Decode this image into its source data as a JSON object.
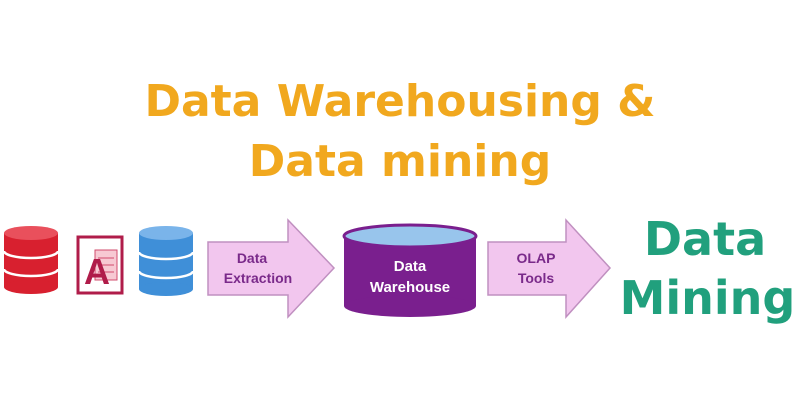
{
  "title": {
    "line1": "Data Warehousing &",
    "line2": "Data mining",
    "color": "#f1a81e"
  },
  "sources": {
    "icons": [
      "red-database-icon",
      "access-file-icon",
      "blue-database-icon"
    ],
    "colors": {
      "red_db": "#d8202f",
      "access": "#b01c4a",
      "blue_db": "#3f8fd8"
    },
    "access_letter": "A"
  },
  "extraction_arrow": {
    "line1": "Data",
    "line2": "Extraction",
    "fill": "#f2c6ee",
    "stroke": "#c090c0",
    "text_color": "#7a2a8a"
  },
  "warehouse": {
    "line1": "Data",
    "line2": "Warehouse",
    "fill": "#7a1f8e",
    "top_fill": "#98c5ec",
    "text_color": "#ffffff"
  },
  "olap_arrow": {
    "line1": "OLAP",
    "line2": "Tools",
    "fill": "#f2c6ee",
    "stroke": "#c090c0",
    "text_color": "#7a2a8a"
  },
  "result": {
    "line1": "Data",
    "line2": "Mining",
    "color": "#21a07d"
  }
}
